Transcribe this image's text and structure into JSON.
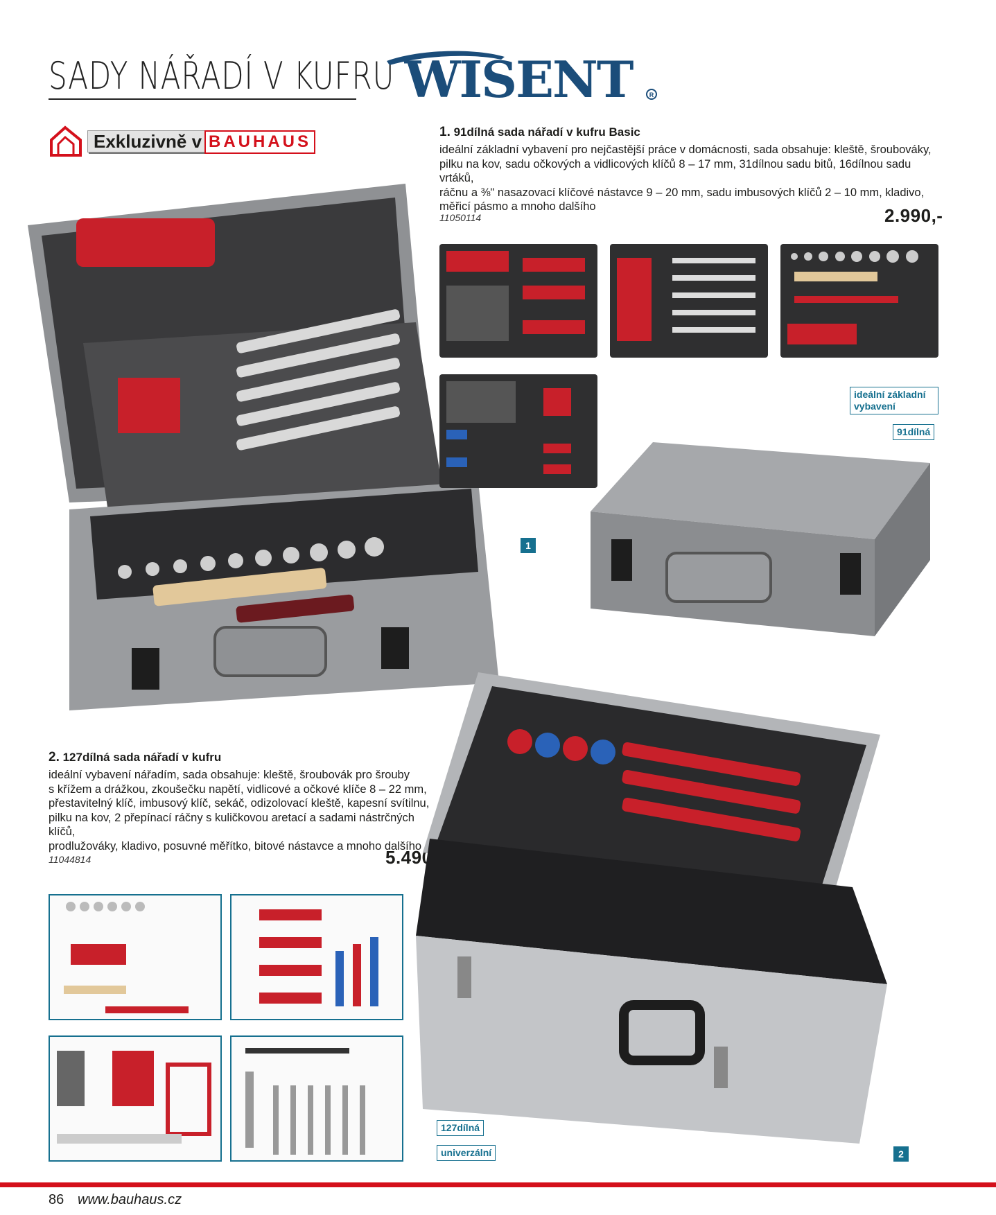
{
  "page": {
    "title": "SADY NÁŘADÍ V KUFRU",
    "brand": "WISENT",
    "exclusive_label": "Exkluzivně v",
    "exclusive_store": "BAUHAUS",
    "page_number": "86",
    "website": "www.bauhaus.cz"
  },
  "products": [
    {
      "number": "1.",
      "title": "91dílná sada nářadí v kufru Basic",
      "description": [
        "ideální základní vybavení pro nejčastější práce v domácnosti, sada obsahuje: kleště, šroubováky,",
        "pilku na kov, sadu očkových a vidlicových klíčů 8 – 17 mm, 31dílnou sadu bitů, 16dílnou sadu vrtáků,",
        "ráčnu a ⅜\" nasazovací klíčové nástavce 9 – 20 mm, sadu imbusových klíčů 2 – 10 mm, kladivo,",
        "měřicí pásmo a mnoho dalšího"
      ],
      "code": "11050114",
      "price": "2.990,-",
      "tags": [
        "ideální základní vybavení",
        "91dílná"
      ],
      "badge": "1"
    },
    {
      "number": "2.",
      "title": "127dílná sada nářadí v kufru",
      "description": [
        "ideální vybavení nářadím, sada obsahuje: kleště, šroubovák pro šrouby",
        "s křížem a drážkou, zkoušečku napětí, vidlicové a očkové klíče 8 – 22 mm,",
        "přestavitelný klíč, imbusový klíč, sekáč, odizolovací kleště, kapesní svítilnu,",
        "pilku na kov, 2 přepínací ráčny s kuličkovou aretací a sadami nástrčných klíčů,",
        "prodlužováky, kladivo, posuvné měřítko, bitové nástavce a mnoho dalšího"
      ],
      "code": "11044814",
      "price": "5.490,-",
      "tags": [
        "127dílná",
        "univerzální"
      ],
      "badge": "2"
    }
  ],
  "colors": {
    "accent": "#16708f",
    "brand_red": "#d4101b",
    "logo_blue": "#1b4d7a"
  }
}
